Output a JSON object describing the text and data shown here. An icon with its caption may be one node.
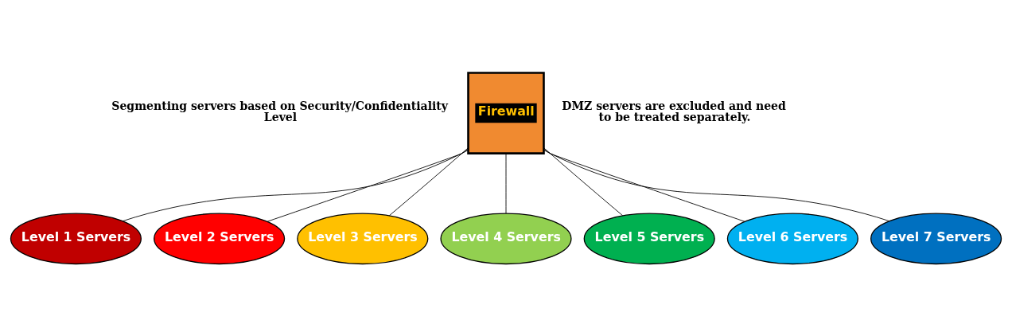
{
  "diagram": {
    "nodes": [
      {
        "text": [
          "Firewall"
        ]
      },
      {
        "text": [
          "Level 1 Servers"
        ]
      },
      {
        "text": [
          "Level 2 Servers"
        ]
      },
      {
        "text": [
          "Level 3 Servers"
        ]
      },
      {
        "text": [
          "Level 4 Servers"
        ]
      },
      {
        "text": [
          "Level 5 Servers"
        ]
      },
      {
        "text": [
          "Level 6 Servers"
        ]
      },
      {
        "text": [
          "Level 7 Servers"
        ]
      }
    ],
    "edges": [
      {
        "from": 0,
        "to": 1,
        "arrow": "none"
      },
      {
        "from": 0,
        "to": 2,
        "arrow": "none"
      },
      {
        "from": 0,
        "to": 3,
        "arrow": "none"
      },
      {
        "from": 0,
        "to": 4,
        "arrow": "none"
      },
      {
        "from": 0,
        "to": 5,
        "arrow": "none"
      },
      {
        "from": 0,
        "to": 6,
        "arrow": "none"
      },
      {
        "from": 0,
        "to": 7,
        "arrow": "none"
      }
    ],
    "labels": [
      "Segmenting servers based on Security/Confidentiality Level",
      "DMZ servers are excluded and need to be treated separately."
    ]
  }
}
